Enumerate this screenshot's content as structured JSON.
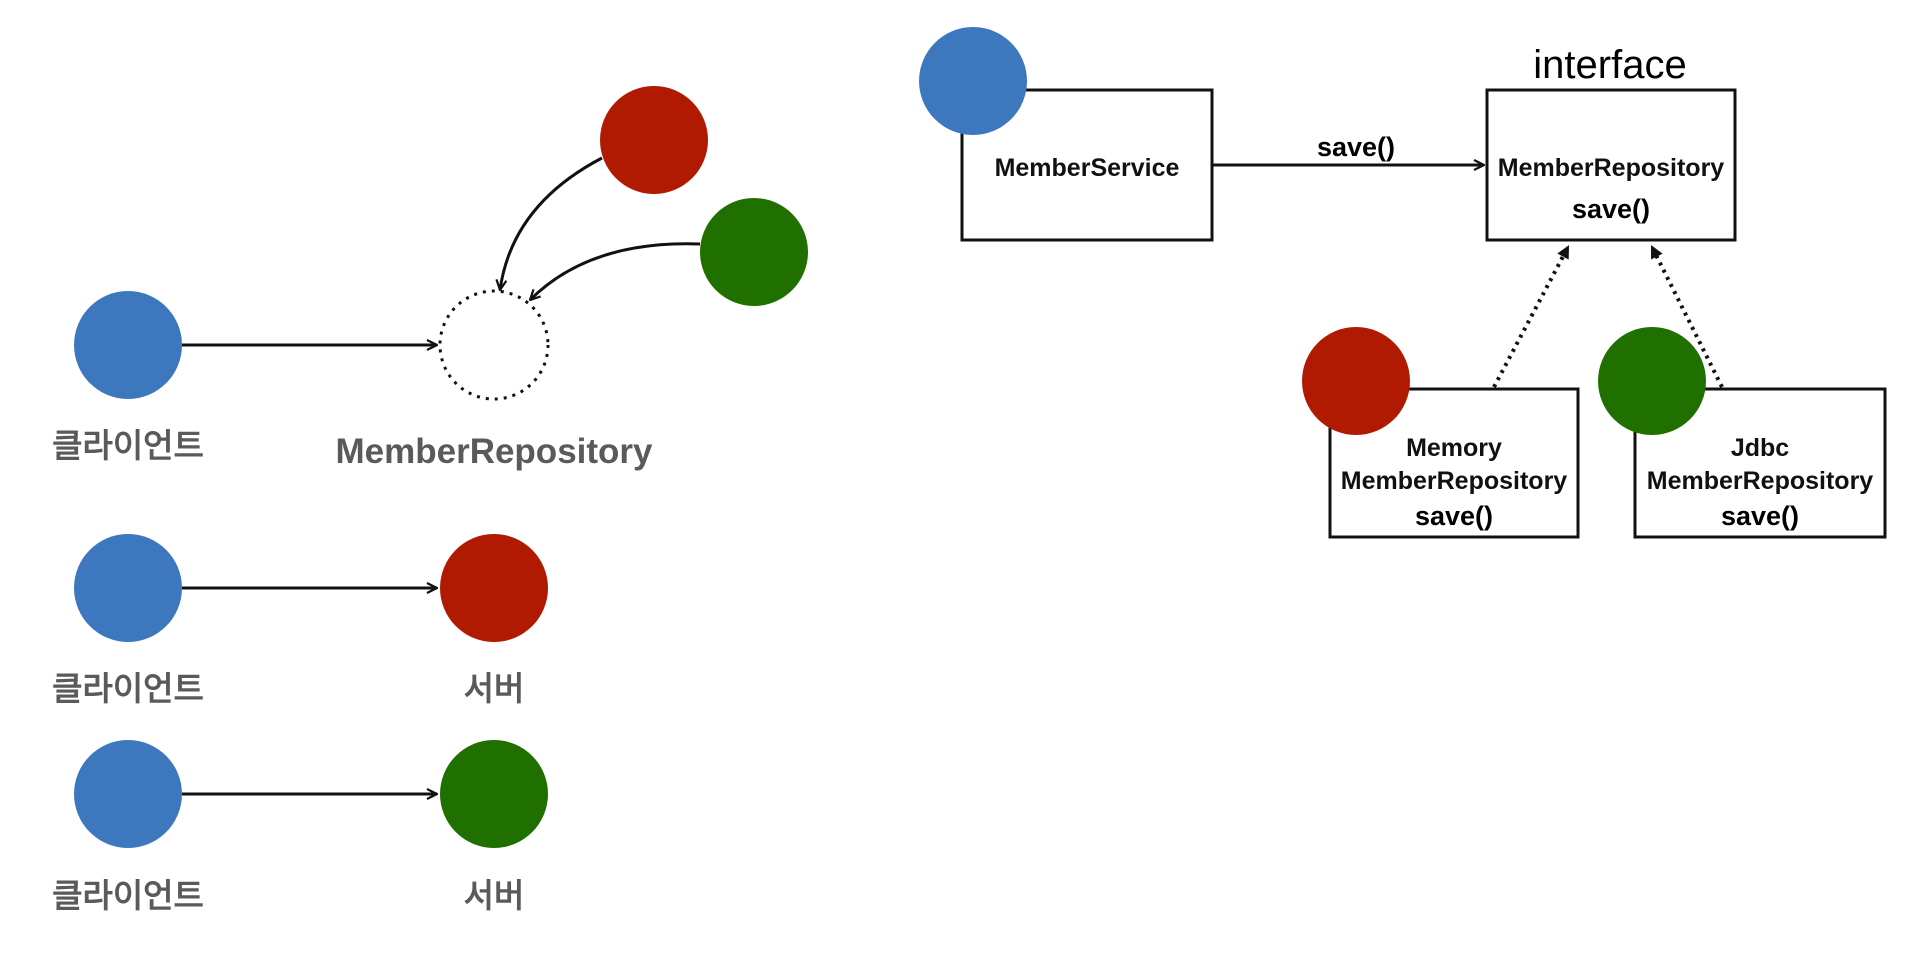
{
  "colors": {
    "client": "#3d78bf",
    "memory": "#b01a00",
    "jdbc": "#207000",
    "line": "#111111",
    "label": "#5a5a5a"
  },
  "left": {
    "top_client_label": "클라이언트",
    "repository_label": "MemberRepository",
    "middle_client_label": "클라이언트",
    "middle_server_label": "서버",
    "bottom_client_label": "클라이언트",
    "bottom_server_label": "서버"
  },
  "right": {
    "interface_label": "interface",
    "service_box_label": "MemberService",
    "call_label": "save()",
    "repo_box_label": "MemberRepository",
    "repo_box_method": "save()",
    "memory_box_line1": "Memory",
    "memory_box_line2": "MemberRepository",
    "memory_box_method": "save()",
    "jdbc_box_line1": "Jdbc",
    "jdbc_box_line2": "MemberRepository",
    "jdbc_box_method": "save()"
  }
}
